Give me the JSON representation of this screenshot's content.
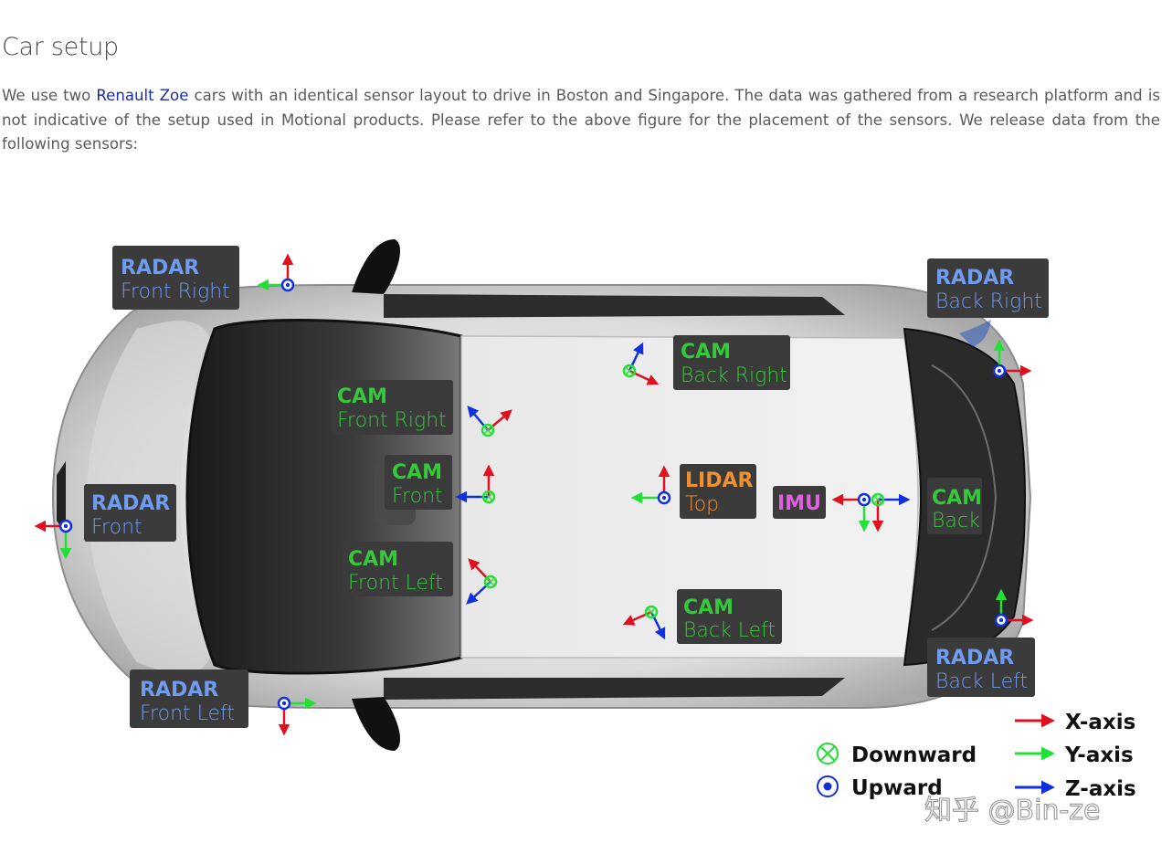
{
  "heading": "Car setup",
  "intro": {
    "before_link": "We use two ",
    "link_text": "Renault Zoe",
    "after_link": " cars with an identical sensor layout to drive in Boston and Singapore. The data was gathered from a research platform and is not indicative of the setup used in Motional products. Please refer to the above figure for the placement of the sensors. We release data from the following sensors:"
  },
  "colors": {
    "radar": "#6f9bf0",
    "cam": "#35c83a",
    "lidar": "#f09030",
    "imu": "#e060e0",
    "x_axis": "#e0101e",
    "y_axis": "#22e034",
    "z_axis": "#1030e0",
    "label_bg": "#3b3b3b"
  },
  "sensors": {
    "radar_front_right": {
      "title": "RADAR",
      "sub": "Front Right"
    },
    "radar_back_right": {
      "title": "RADAR",
      "sub": "Back Right"
    },
    "radar_front": {
      "title": "RADAR",
      "sub": "Front"
    },
    "radar_front_left": {
      "title": "RADAR",
      "sub": "Front Left"
    },
    "radar_back_left": {
      "title": "RADAR",
      "sub": "Back Left"
    },
    "cam_back_right": {
      "title": "CAM",
      "sub": "Back Right"
    },
    "cam_front_right": {
      "title": "CAM",
      "sub": "Front Right"
    },
    "cam_front": {
      "title": "CAM",
      "sub": "Front"
    },
    "cam_front_left": {
      "title": "CAM",
      "sub": "Front Left"
    },
    "cam_back_left": {
      "title": "CAM",
      "sub": "Back Left"
    },
    "cam_back": {
      "title": "CAM",
      "sub": "Back"
    },
    "lidar_top": {
      "title": "LIDAR",
      "sub": "Top"
    },
    "imu": {
      "title": "IMU"
    }
  },
  "legend": {
    "downward": "Downward",
    "upward": "Upward",
    "x_axis": "X-axis",
    "y_axis": "Y-axis",
    "z_axis": "Z-axis"
  },
  "watermark": "知乎 @Bin-ze"
}
